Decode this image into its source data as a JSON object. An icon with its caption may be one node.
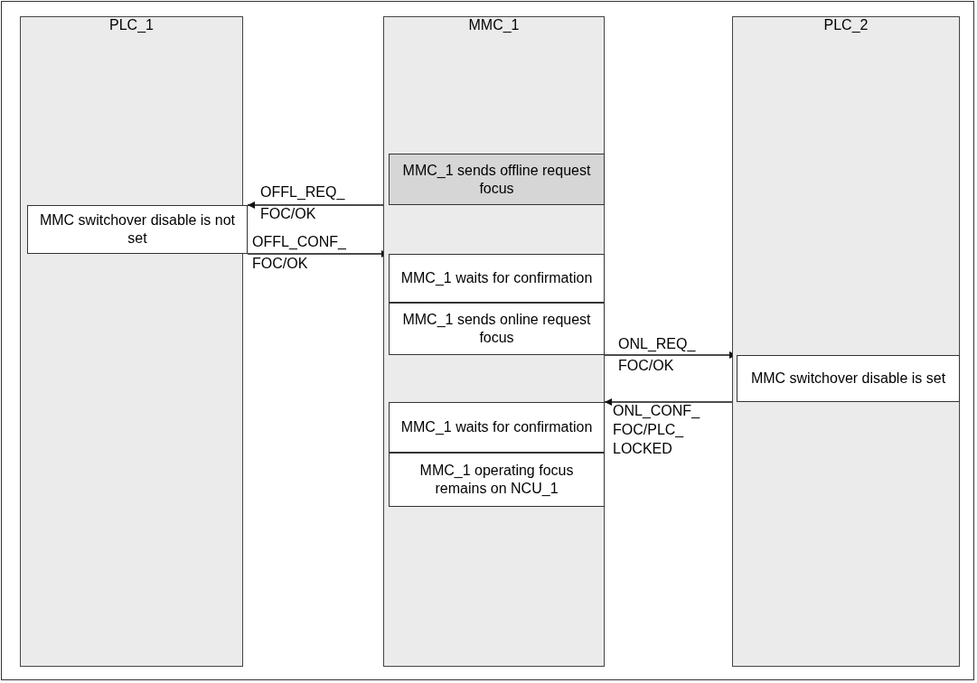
{
  "diagram": {
    "nodes": [
      {
        "text": [
          "PLC_1"
        ]
      },
      {
        "text": [
          "MMC_1"
        ]
      },
      {
        "text": [
          "PLC_2"
        ]
      },
      {
        "text": [
          "MMC_1 sends offline request focus"
        ],
        "in": 1
      },
      {
        "text": [
          "MMC switchover disable is not set"
        ],
        "in": 0
      },
      {
        "text": [
          "MMC_1 waits for confirmation"
        ],
        "in": 1
      },
      {
        "text": [
          "MMC_1 sends online request focus"
        ],
        "in": 1
      },
      {
        "text": [
          "MMC switchover disable is set"
        ],
        "in": 2
      },
      {
        "text": [
          "MMC_1 waits for confirmation"
        ],
        "in": 1
      },
      {
        "text": [
          "MMC_1 operating focus remains on NCU_1"
        ],
        "in": 1
      }
    ],
    "edges": [
      {
        "from": 3,
        "to": 4,
        "arrow": "to",
        "label": "OFFL_REQ_ FOC/OK"
      },
      {
        "from": 4,
        "to": 5,
        "arrow": "to",
        "label": "OFFL_CONF_ FOC/OK"
      },
      {
        "from": 6,
        "to": 7,
        "arrow": "to",
        "label": "ONL_REQ_ FOC/OK"
      },
      {
        "from": 7,
        "to": 8,
        "arrow": "to",
        "label": "ONL_CONF_ FOC/PLC_ LOCKED"
      }
    ]
  }
}
